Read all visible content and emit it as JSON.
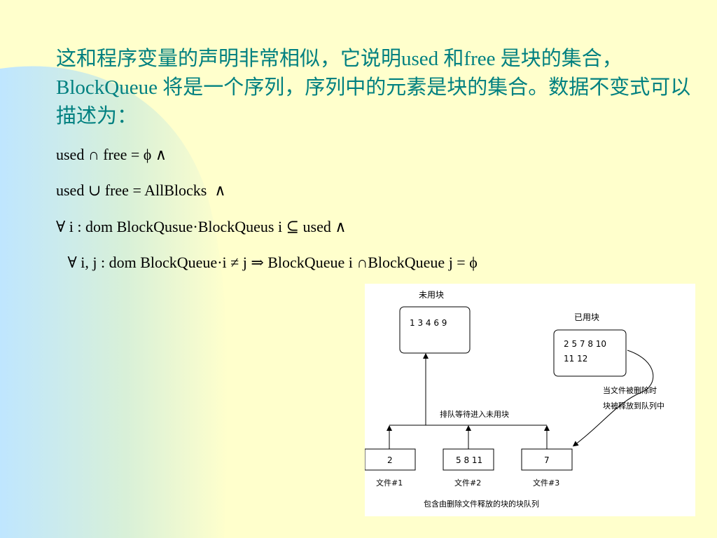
{
  "slide": {
    "paragraph": "这和程序变量的声明非常相似，它说明used 和free 是块的集合，BlockQueue 将是一个序列，序列中的元素是块的集合。数据不变式可以描述为：",
    "formulas": [
      "used ∩ free = ϕ ∧",
      "used ∪ free = AllBlocks  ∧",
      "∀ i : dom BlockQusue·BlockQueus i ⊆ used ∧",
      "   ∀ i, j : dom BlockQueue·i ≠ j ⇒ BlockQueue i ∩BlockQueue j = ϕ"
    ]
  },
  "diagram": {
    "unused_title": "未用块",
    "unused_contents": "1 3 4 6 9",
    "used_title": "已用块",
    "used_line1": "2 5 7 8 10",
    "used_line2": "11 12",
    "note_line1": "当文件被删除时",
    "note_line2": "块被释放到队列中",
    "queue_label": "排队等待进入未用块",
    "files": [
      {
        "blocks": "2",
        "label": "文件#1"
      },
      {
        "blocks": "5 8 11",
        "label": "文件#2"
      },
      {
        "blocks": "7",
        "label": "文件#3"
      }
    ],
    "caption": "包含由删除文件释放的块的块队列"
  },
  "colors": {
    "background": "#ffffcc",
    "intro_text": "#008080",
    "shape_blue": "#cce8ff"
  }
}
